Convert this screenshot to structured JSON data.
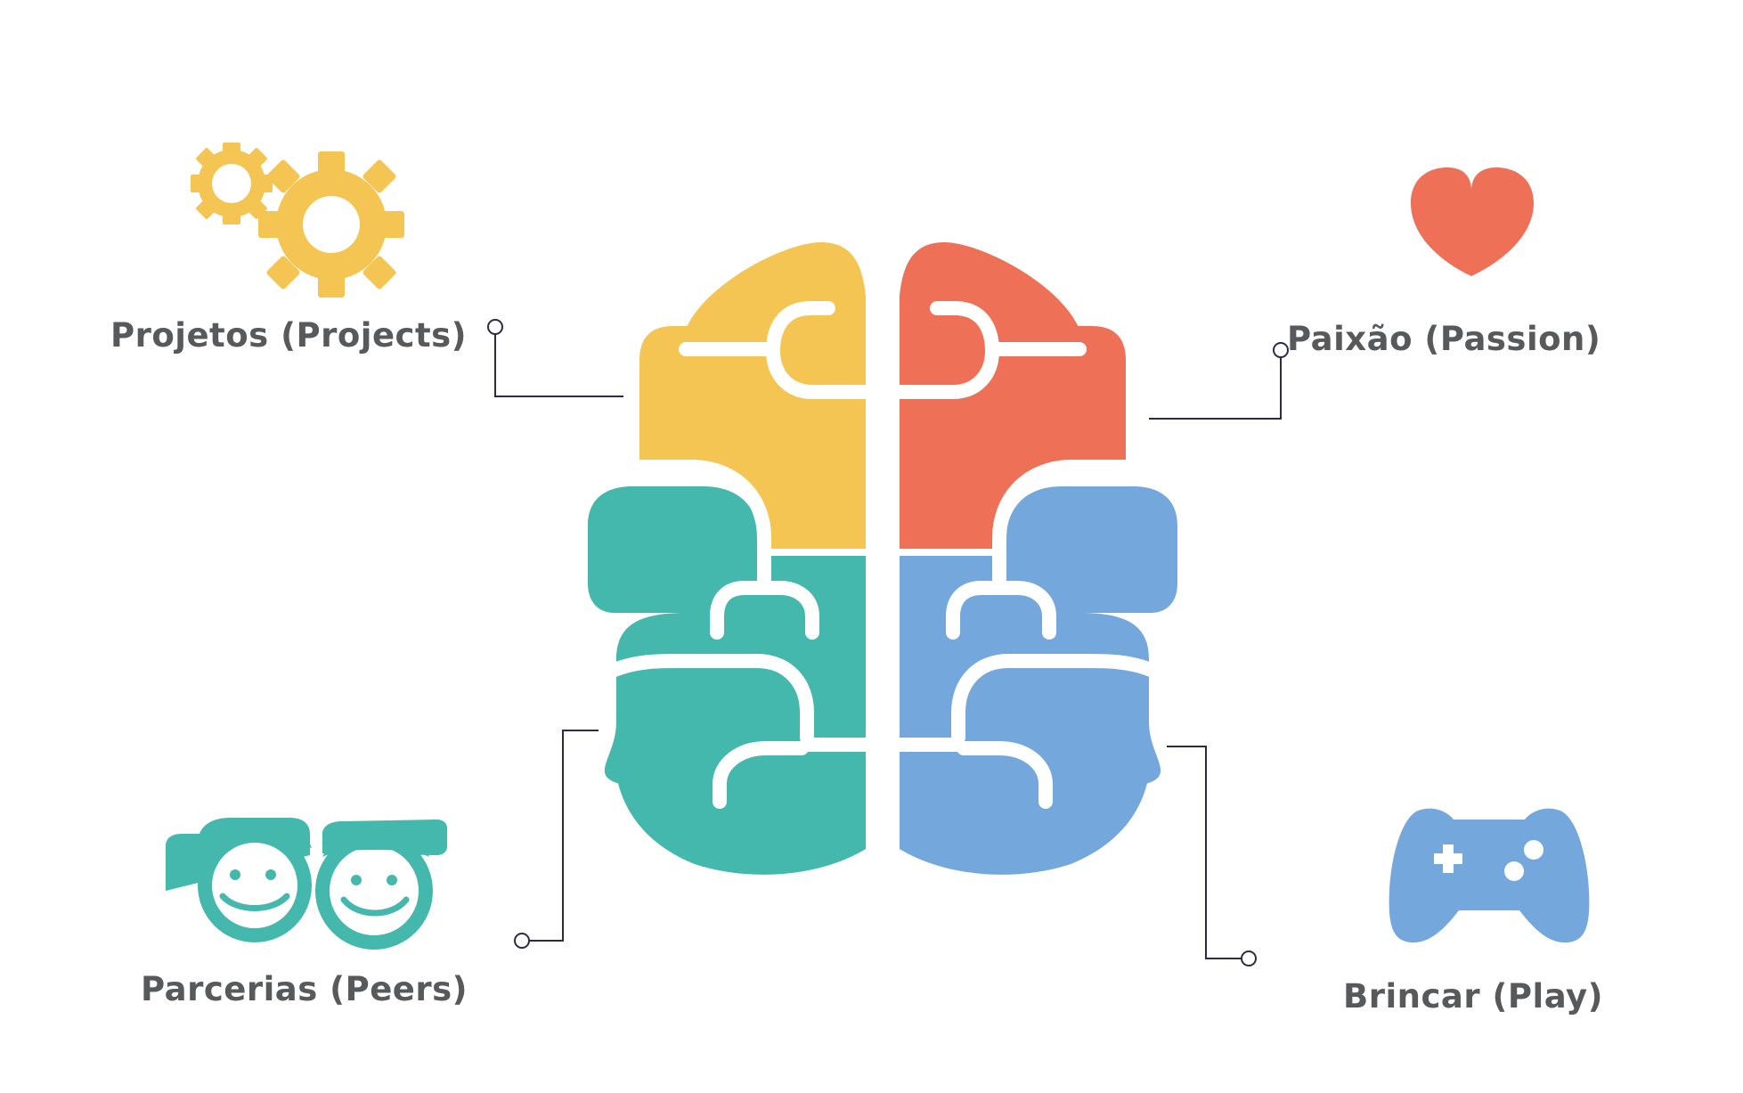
{
  "labels": {
    "projects": "Projetos (Projects)",
    "passion": "Paixão (Passion)",
    "peers": "Parcerias (Peers)",
    "play": "Brincar (Play)"
  },
  "icons": {
    "projects": "gears-icon",
    "passion": "heart-icon",
    "peers": "two-smiling-faces-icon",
    "play": "game-controller-icon"
  },
  "colors": {
    "projects": "#f5c553",
    "passion": "#ee7057",
    "peers": "#44b8ad",
    "play": "#74a7db",
    "text": "#58595b",
    "connector": "#2b2a4c"
  }
}
